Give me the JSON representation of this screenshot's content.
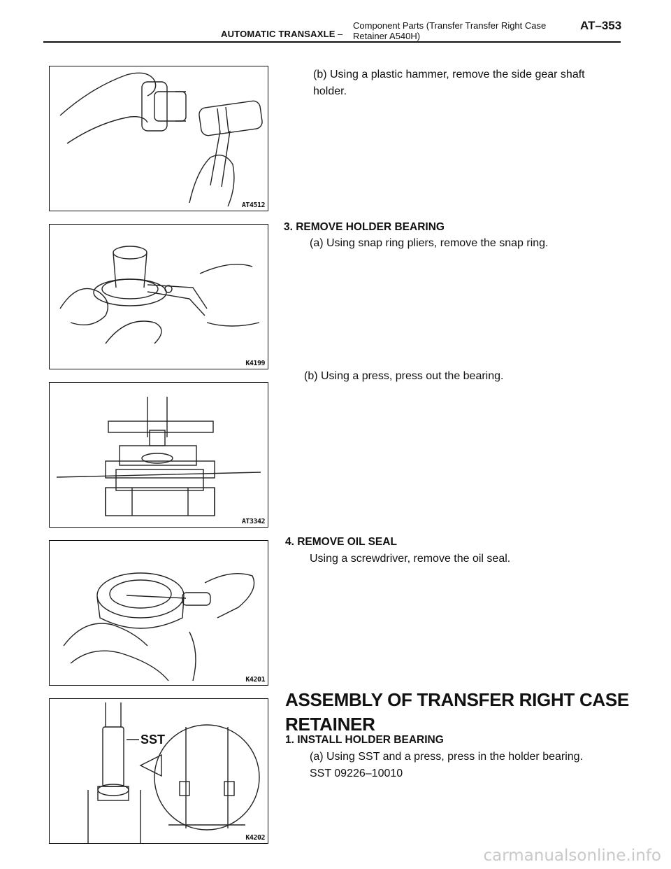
{
  "header": {
    "section_label": "AUTOMATIC TRANSAXLE",
    "dash": "–",
    "title": "Component Parts (Transfer Transfer Right Case Retainer A540H)",
    "page": "AT–353"
  },
  "figures": [
    {
      "code": "AT4512",
      "icon": "plastic-hammer-illustration"
    },
    {
      "code": "K4199",
      "icon": "snap-ring-pliers-illustration"
    },
    {
      "code": "AT3342",
      "icon": "press-illustration"
    },
    {
      "code": "K4201",
      "icon": "screwdriver-oil-seal-illustration"
    },
    {
      "code": "K4202",
      "icon": "sst-press-illustration",
      "label": "SST"
    }
  ],
  "steps": {
    "s2b": "(b) Using a plastic hammer, remove the side gear shaft holder.",
    "s3_title": "3. REMOVE HOLDER BEARING",
    "s3a": "(a) Using snap ring pliers, remove the snap ring.",
    "s3b": "(b) Using a press, press out the bearing.",
    "s4_title": "4. REMOVE OIL SEAL",
    "s4_body": "Using a screwdriver, remove the oil seal.",
    "assembly_heading": "ASSEMBLY OF TRANSFER RIGHT CASE RETAINER",
    "a1_title": "1. INSTALL HOLDER BEARING",
    "a1a": "(a) Using SST and a press, press in the holder bearing.",
    "a1_sst": "SST  09226–10010"
  },
  "watermark": "carmanualsonline.info"
}
